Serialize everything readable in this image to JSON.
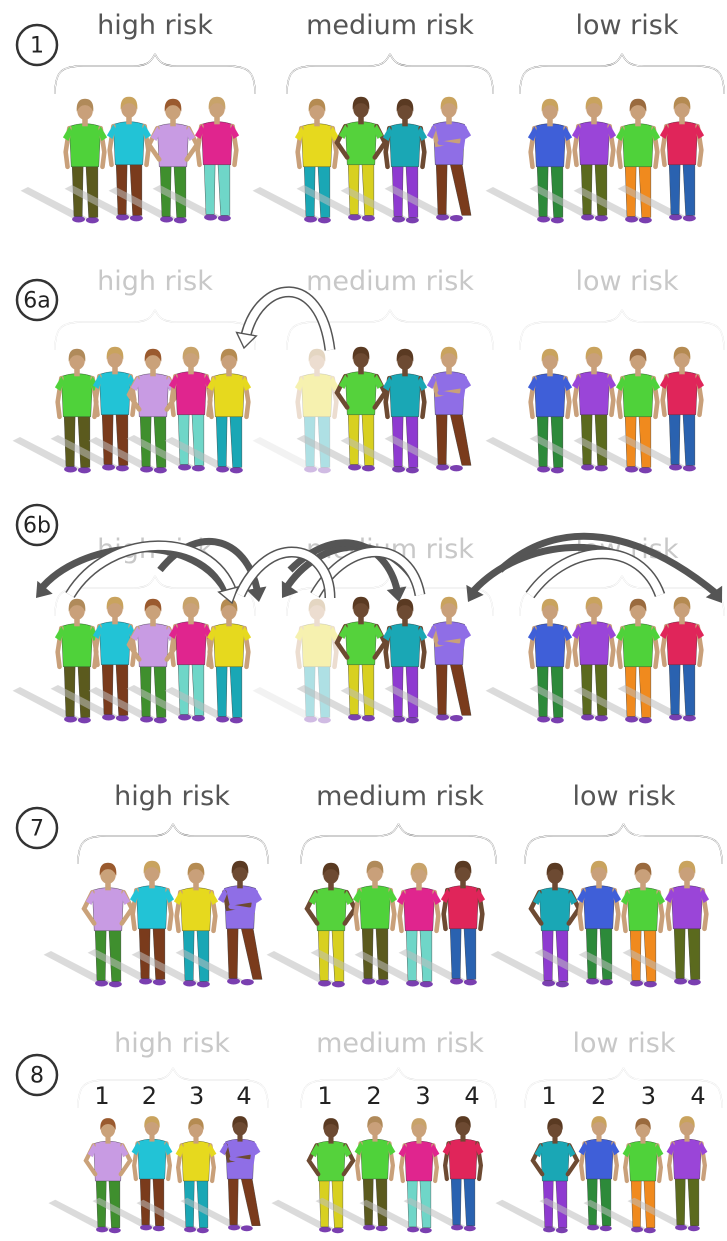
{
  "steps": [
    {
      "label": "1",
      "faded": false,
      "groups": [
        {
          "label": "high risk",
          "figures": [
            {
              "shirt": "#4fd23a",
              "pants": "#5b5a1e",
              "hair": "#b08a5a",
              "skin": "#c9a07a",
              "pose": "stand"
            },
            {
              "shirt": "#22c3d6",
              "pants": "#7a3b1c",
              "hair": "#c9a35e",
              "skin": "#c9a07a",
              "pose": "stand"
            },
            {
              "shirt": "#c89be3",
              "pants": "#3f8f2e",
              "hair": "#9a5a2e",
              "skin": "#caa27a",
              "pose": "hips"
            },
            {
              "shirt": "#e0258e",
              "pants": "#6fd6c8",
              "hair": "#c8a36a",
              "skin": "#caa27a",
              "pose": "stand"
            }
          ]
        },
        {
          "label": "medium risk",
          "figures": [
            {
              "shirt": "#e6d91e",
              "pants": "#1aa7b5",
              "hair": "#b58b52",
              "skin": "#c9a07a",
              "pose": "stand"
            },
            {
              "shirt": "#55d23c",
              "pants": "#d8d020",
              "hair": "#5a3a22",
              "skin": "#6d4a32",
              "pose": "hips"
            },
            {
              "shirt": "#1aa7b5",
              "pants": "#8e3ad0",
              "hair": "#5a3a22",
              "skin": "#6d4a32",
              "pose": "stand"
            },
            {
              "shirt": "#8f6ee6",
              "pants": "#7a3b1c",
              "hair": "#c9a35e",
              "skin": "#c9a07a",
              "pose": "arms"
            }
          ]
        },
        {
          "label": "low risk",
          "figures": [
            {
              "shirt": "#3f5fd8",
              "pants": "#2d8a3a",
              "hair": "#c9a35e",
              "skin": "#c9a07a",
              "pose": "stand"
            },
            {
              "shirt": "#9a45d8",
              "pants": "#5b6a1e",
              "hair": "#c9a35e",
              "skin": "#c9a07a",
              "pose": "stand"
            },
            {
              "shirt": "#4fd23a",
              "pants": "#f08a1e",
              "hair": "#9a6a3e",
              "skin": "#c9a07a",
              "pose": "stand"
            },
            {
              "shirt": "#e0255a",
              "pants": "#2a62b0",
              "hair": "#b58b52",
              "skin": "#c9a07a",
              "pose": "stand"
            }
          ]
        }
      ]
    },
    {
      "label": "6a",
      "faded": true,
      "groups": [
        {
          "label": "high risk",
          "figures": [
            {
              "shirt": "#4fd23a",
              "pants": "#5b5a1e",
              "hair": "#b08a5a",
              "skin": "#c9a07a",
              "pose": "stand"
            },
            {
              "shirt": "#22c3d6",
              "pants": "#7a3b1c",
              "hair": "#c9a35e",
              "skin": "#c9a07a",
              "pose": "stand"
            },
            {
              "shirt": "#c89be3",
              "pants": "#3f8f2e",
              "hair": "#9a5a2e",
              "skin": "#caa27a",
              "pose": "hips"
            },
            {
              "shirt": "#e0258e",
              "pants": "#6fd6c8",
              "hair": "#c8a36a",
              "skin": "#caa27a",
              "pose": "stand"
            },
            {
              "shirt": "#e6d91e",
              "pants": "#1aa7b5",
              "hair": "#b58b52",
              "skin": "#c9a07a",
              "pose": "stand"
            }
          ]
        },
        {
          "label": "medium risk",
          "figures": [
            {
              "shirt": "#e6d91e",
              "pants": "#1aa7b5",
              "hair": "#b58b52",
              "skin": "#c9a07a",
              "pose": "stand",
              "ghost": true
            },
            {
              "shirt": "#55d23c",
              "pants": "#d8d020",
              "hair": "#5a3a22",
              "skin": "#6d4a32",
              "pose": "hips"
            },
            {
              "shirt": "#1aa7b5",
              "pants": "#8e3ad0",
              "hair": "#5a3a22",
              "skin": "#6d4a32",
              "pose": "stand"
            },
            {
              "shirt": "#8f6ee6",
              "pants": "#7a3b1c",
              "hair": "#c9a35e",
              "skin": "#c9a07a",
              "pose": "arms"
            }
          ]
        },
        {
          "label": "low risk",
          "figures": [
            {
              "shirt": "#3f5fd8",
              "pants": "#2d8a3a",
              "hair": "#c9a35e",
              "skin": "#c9a07a",
              "pose": "stand"
            },
            {
              "shirt": "#9a45d8",
              "pants": "#5b6a1e",
              "hair": "#c9a35e",
              "skin": "#c9a07a",
              "pose": "stand"
            },
            {
              "shirt": "#4fd23a",
              "pants": "#f08a1e",
              "hair": "#9a6a3e",
              "skin": "#c9a07a",
              "pose": "stand"
            },
            {
              "shirt": "#e0255a",
              "pants": "#2a62b0",
              "hair": "#b58b52",
              "skin": "#c9a07a",
              "pose": "stand"
            }
          ]
        }
      ]
    },
    {
      "label": "6b",
      "faded": true,
      "groups": [
        {
          "label": "high risk",
          "figures": [
            {
              "shirt": "#4fd23a",
              "pants": "#5b5a1e",
              "hair": "#b08a5a",
              "skin": "#c9a07a",
              "pose": "stand"
            },
            {
              "shirt": "#22c3d6",
              "pants": "#7a3b1c",
              "hair": "#c9a35e",
              "skin": "#c9a07a",
              "pose": "stand"
            },
            {
              "shirt": "#c89be3",
              "pants": "#3f8f2e",
              "hair": "#9a5a2e",
              "skin": "#caa27a",
              "pose": "hips"
            },
            {
              "shirt": "#e0258e",
              "pants": "#6fd6c8",
              "hair": "#c8a36a",
              "skin": "#caa27a",
              "pose": "stand"
            },
            {
              "shirt": "#e6d91e",
              "pants": "#1aa7b5",
              "hair": "#b58b52",
              "skin": "#c9a07a",
              "pose": "stand"
            }
          ]
        },
        {
          "label": "medium risk",
          "figures": [
            {
              "shirt": "#e6d91e",
              "pants": "#1aa7b5",
              "hair": "#b58b52",
              "skin": "#c9a07a",
              "pose": "stand",
              "ghost": true
            },
            {
              "shirt": "#55d23c",
              "pants": "#d8d020",
              "hair": "#5a3a22",
              "skin": "#6d4a32",
              "pose": "hips"
            },
            {
              "shirt": "#1aa7b5",
              "pants": "#8e3ad0",
              "hair": "#5a3a22",
              "skin": "#6d4a32",
              "pose": "stand"
            },
            {
              "shirt": "#8f6ee6",
              "pants": "#7a3b1c",
              "hair": "#c9a35e",
              "skin": "#c9a07a",
              "pose": "arms"
            }
          ]
        },
        {
          "label": "low risk",
          "figures": [
            {
              "shirt": "#3f5fd8",
              "pants": "#2d8a3a",
              "hair": "#c9a35e",
              "skin": "#c9a07a",
              "pose": "stand"
            },
            {
              "shirt": "#9a45d8",
              "pants": "#5b6a1e",
              "hair": "#c9a35e",
              "skin": "#c9a07a",
              "pose": "stand"
            },
            {
              "shirt": "#4fd23a",
              "pants": "#f08a1e",
              "hair": "#9a6a3e",
              "skin": "#c9a07a",
              "pose": "stand"
            },
            {
              "shirt": "#e0255a",
              "pants": "#2a62b0",
              "hair": "#b58b52",
              "skin": "#c9a07a",
              "pose": "stand"
            }
          ]
        }
      ]
    },
    {
      "label": "7",
      "faded": false,
      "groups": [
        {
          "label": "high risk",
          "figures": [
            {
              "shirt": "#c89be3",
              "pants": "#3f8f2e",
              "hair": "#9a5a2e",
              "skin": "#caa27a",
              "pose": "hips"
            },
            {
              "shirt": "#22c3d6",
              "pants": "#7a3b1c",
              "hair": "#c9a35e",
              "skin": "#c9a07a",
              "pose": "stand"
            },
            {
              "shirt": "#e6d91e",
              "pants": "#1aa7b5",
              "hair": "#b58b52",
              "skin": "#c9a07a",
              "pose": "stand"
            },
            {
              "shirt": "#8f6ee6",
              "pants": "#7a3b1c",
              "hair": "#5a3a22",
              "skin": "#6d4a32",
              "pose": "arms"
            }
          ]
        },
        {
          "label": "medium risk",
          "figures": [
            {
              "shirt": "#55d23c",
              "pants": "#d8d020",
              "hair": "#5a3a22",
              "skin": "#6d4a32",
              "pose": "hips"
            },
            {
              "shirt": "#4fd23a",
              "pants": "#5b5a1e",
              "hair": "#b08a5a",
              "skin": "#c9a07a",
              "pose": "stand"
            },
            {
              "shirt": "#e0258e",
              "pants": "#6fd6c8",
              "hair": "#c8a36a",
              "skin": "#caa27a",
              "pose": "stand"
            },
            {
              "shirt": "#e0255a",
              "pants": "#2a62b0",
              "hair": "#5a3a22",
              "skin": "#6d4a32",
              "pose": "stand"
            }
          ]
        },
        {
          "label": "low risk",
          "figures": [
            {
              "shirt": "#1aa7b5",
              "pants": "#8e3ad0",
              "hair": "#5a3a22",
              "skin": "#6d4a32",
              "pose": "hips"
            },
            {
              "shirt": "#3f5fd8",
              "pants": "#2d8a3a",
              "hair": "#c9a35e",
              "skin": "#c9a07a",
              "pose": "stand"
            },
            {
              "shirt": "#4fd23a",
              "pants": "#f08a1e",
              "hair": "#9a6a3e",
              "skin": "#c9a07a",
              "pose": "stand"
            },
            {
              "shirt": "#9a45d8",
              "pants": "#5b6a1e",
              "hair": "#c9a35e",
              "skin": "#c9a07a",
              "pose": "stand"
            }
          ]
        }
      ]
    },
    {
      "label": "8",
      "faded": true,
      "positions": [
        "1",
        "2",
        "3",
        "4"
      ],
      "groups": [
        {
          "label": "high risk",
          "figures": [
            {
              "shirt": "#c89be3",
              "pants": "#3f8f2e",
              "hair": "#9a5a2e",
              "skin": "#caa27a",
              "pose": "hips"
            },
            {
              "shirt": "#22c3d6",
              "pants": "#7a3b1c",
              "hair": "#c9a35e",
              "skin": "#c9a07a",
              "pose": "stand"
            },
            {
              "shirt": "#e6d91e",
              "pants": "#1aa7b5",
              "hair": "#b58b52",
              "skin": "#c9a07a",
              "pose": "stand"
            },
            {
              "shirt": "#8f6ee6",
              "pants": "#7a3b1c",
              "hair": "#5a3a22",
              "skin": "#6d4a32",
              "pose": "arms"
            }
          ]
        },
        {
          "label": "medium risk",
          "figures": [
            {
              "shirt": "#55d23c",
              "pants": "#d8d020",
              "hair": "#5a3a22",
              "skin": "#6d4a32",
              "pose": "hips"
            },
            {
              "shirt": "#4fd23a",
              "pants": "#5b5a1e",
              "hair": "#b08a5a",
              "skin": "#c9a07a",
              "pose": "stand"
            },
            {
              "shirt": "#e0258e",
              "pants": "#6fd6c8",
              "hair": "#c8a36a",
              "skin": "#caa27a",
              "pose": "stand"
            },
            {
              "shirt": "#e0255a",
              "pants": "#2a62b0",
              "hair": "#5a3a22",
              "skin": "#6d4a32",
              "pose": "stand"
            }
          ]
        },
        {
          "label": "low risk",
          "figures": [
            {
              "shirt": "#1aa7b5",
              "pants": "#8e3ad0",
              "hair": "#5a3a22",
              "skin": "#6d4a32",
              "pose": "hips"
            },
            {
              "shirt": "#3f5fd8",
              "pants": "#2d8a3a",
              "hair": "#c9a35e",
              "skin": "#c9a07a",
              "pose": "stand"
            },
            {
              "shirt": "#4fd23a",
              "pants": "#f08a1e",
              "hair": "#9a6a3e",
              "skin": "#c9a07a",
              "pose": "stand"
            },
            {
              "shirt": "#9a45d8",
              "pants": "#5b6a1e",
              "hair": "#c9a35e",
              "skin": "#c9a07a",
              "pose": "stand"
            }
          ]
        }
      ]
    }
  ],
  "colors": {
    "label_dark": "#555555",
    "label_faded": "#c8c8c8",
    "brace_dark": "#444444",
    "brace_faded": "#d0d0d0",
    "arrow_dark": "#555555",
    "arrow_light": "#ffffff",
    "shadow": "#bdbdbd"
  }
}
